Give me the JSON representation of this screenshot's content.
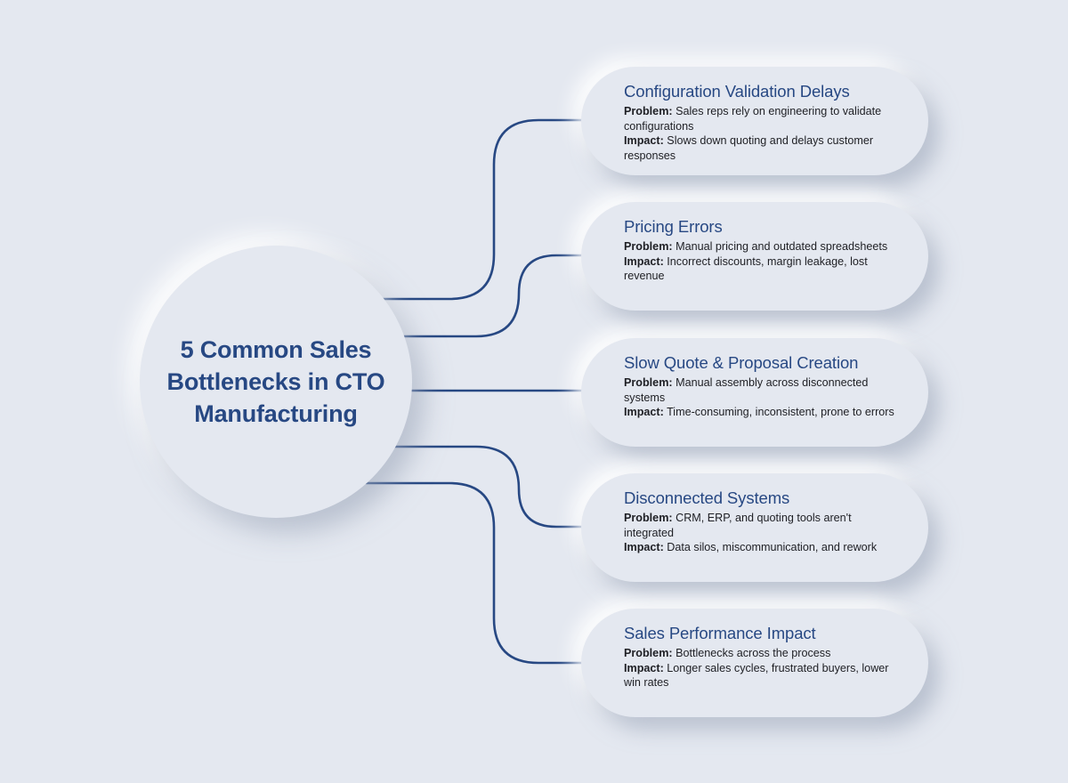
{
  "hub": {
    "title": "5 Common Sales Bottlenecks in CTO Manufacturing"
  },
  "colors": {
    "background": "#e4e8f0",
    "accent_navy": "#274883",
    "connector": "#274883",
    "body_text": "#1e1f24"
  },
  "cards": [
    {
      "title": "Configuration Validation Delays",
      "problem_label": "Problem:",
      "problem_text": " Sales reps rely on engineering to validate configurations",
      "impact_label": "Impact:",
      "impact_text": " Slows down quoting and delays customer responses"
    },
    {
      "title": "Pricing Errors",
      "problem_label": "Problem:",
      "problem_text": " Manual pricing and outdated spreadsheets",
      "impact_label": "Impact:",
      "impact_text": " Incorrect discounts, margin leakage, lost revenue"
    },
    {
      "title": "Slow Quote & Proposal Creation",
      "problem_label": "Problem:",
      "problem_text": " Manual assembly across disconnected systems",
      "impact_label": "Impact:",
      "impact_text": " Time-consuming, inconsistent, prone to errors"
    },
    {
      "title": "Disconnected Systems",
      "problem_label": "Problem:",
      "problem_text": " CRM, ERP, and quoting tools aren't integrated",
      "impact_label": "Impact:",
      "impact_text": " Data silos, miscommunication, and rework"
    },
    {
      "title": "Sales Performance Impact",
      "problem_label": "Problem:",
      "problem_text": " Bottlenecks across the process",
      "impact_label": " Impact:",
      "impact_text": " Longer sales cycles, frustrated buyers, lower win rates"
    }
  ]
}
